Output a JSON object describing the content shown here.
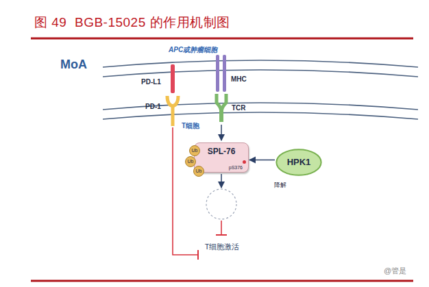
{
  "diagram": {
    "title": "图 49  BGB-15025 的作用机制图",
    "nodes": [
      {
        "text": [
          "SPL-76",
          "pS376"
        ]
      },
      {
        "text": [
          "Ub"
        ]
      },
      {
        "text": [
          "Ub"
        ]
      },
      {
        "text": [
          "Ub"
        ]
      },
      {
        "text": [
          "HPK1"
        ]
      },
      {
        "text": [
          "T细胞激活"
        ]
      }
    ],
    "edges": [
      {
        "from": 4,
        "to": 0,
        "arrow": "to"
      }
    ],
    "labels": [
      "MoA",
      "APC或肿瘤细胞",
      "PD-L1",
      "PD-1",
      "MHC",
      "TCR",
      "T细胞",
      "降解",
      "@管是"
    ]
  }
}
